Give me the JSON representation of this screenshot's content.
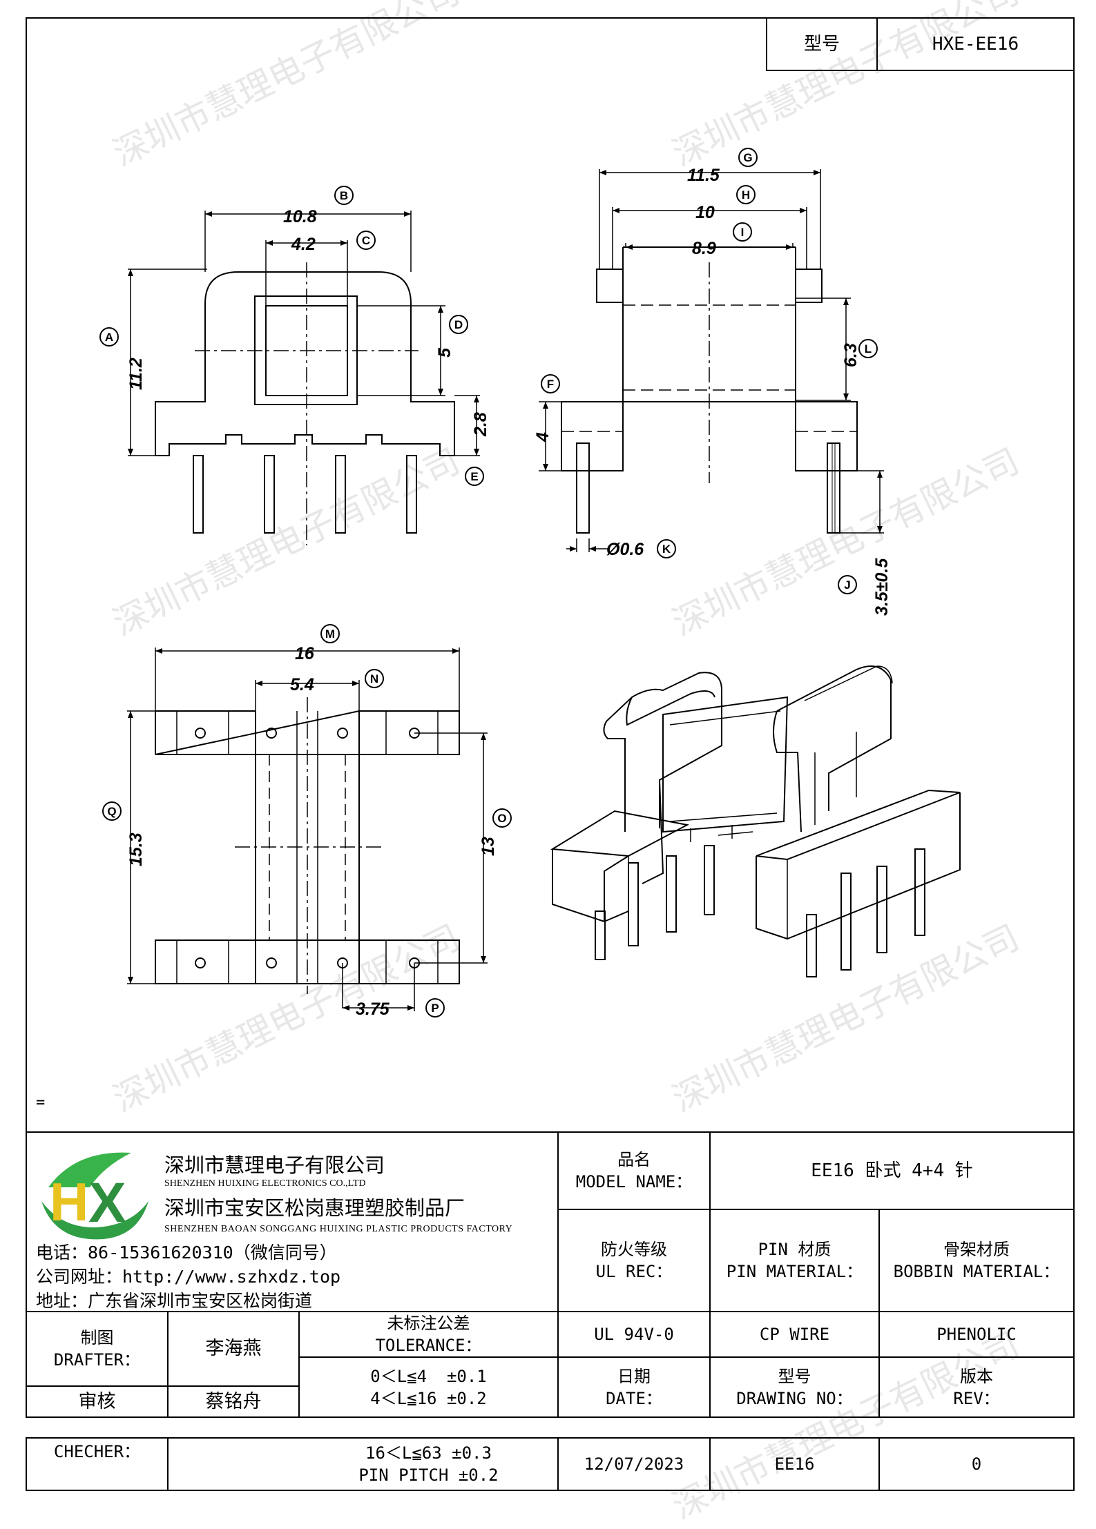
{
  "header": {
    "model_label": "型号",
    "model_value": "HXE-EE16"
  },
  "dimensions": {
    "A": "11.2",
    "B": "10.8",
    "C": "4.2",
    "D": "5",
    "E": "2.8",
    "F": "4",
    "G": "11.5",
    "H": "10",
    "I": "8.9",
    "J": "3.5±0.5",
    "K": "Ø0.6",
    "L": "6.3",
    "M": "16",
    "N": "5.4",
    "O": "13",
    "P": "3.75",
    "Q": "15.3"
  },
  "labels": {
    "A": "A",
    "B": "B",
    "C": "C",
    "D": "D",
    "E": "E",
    "F": "F",
    "G": "G",
    "H": "H",
    "I": "I",
    "J": "J",
    "K": "K",
    "L": "L",
    "M": "M",
    "N": "N",
    "O": "O",
    "P": "P",
    "Q": "Q"
  },
  "stray_mark": "=",
  "watermark": "深圳市慧理电子有限公司",
  "company": {
    "logo_text": "HX",
    "name_cn": "深圳市慧理电子有限公司",
    "name_en": "SHENZHEN HUIXING ELECTRONICS CO.,LTD",
    "factory_cn": "深圳市宝安区松岗惠理塑胶制品厂",
    "factory_en": "SHENZHEN BAOAN SONGGANG HUIXING PLASTIC PRODUCTS FACTORY",
    "phone": "电话：86-15361620310（微信同号）",
    "website": "公司网址：http://www.szhxdz.top",
    "address": "地址：广东省深圳市宝安区松岗街道"
  },
  "title_block": {
    "model_name_label": "品名\nMODEL NAME：",
    "model_name_value": "EE16 卧式 4+4 针",
    "ul_label": "防火等级\nUL REC：",
    "pin_label": "PIN 材质\nPIN MATERIAL：",
    "bobbin_label": "骨架材质\nBOBBIN MATERIAL：",
    "ul_value": "UL 94V-0",
    "pin_value": "CP WIRE",
    "bobbin_value": "PHENOLIC",
    "drafter_label": "制图\nDRAFTER：",
    "drafter_value": "李海燕",
    "checker_cn_label": "审核",
    "checker_cn_value": "蔡铭舟",
    "tolerance_label": "未标注公差\nTOLERANCE：",
    "tolerance_1": "0＜L≦4  ±0.1\n4＜L≦16 ±0.2",
    "date_label": "日期\nDATE：",
    "drawing_no_label": "型号\nDRAWING NO：",
    "rev_label": "版本\nREV：",
    "checker_label": "CHECHER：",
    "tolerance_2": "16＜L≦63 ±0.3\nPIN PITCH ±0.2",
    "date_value": "12/07/2023",
    "drawing_no_value": "EE16",
    "rev_value": "0"
  }
}
